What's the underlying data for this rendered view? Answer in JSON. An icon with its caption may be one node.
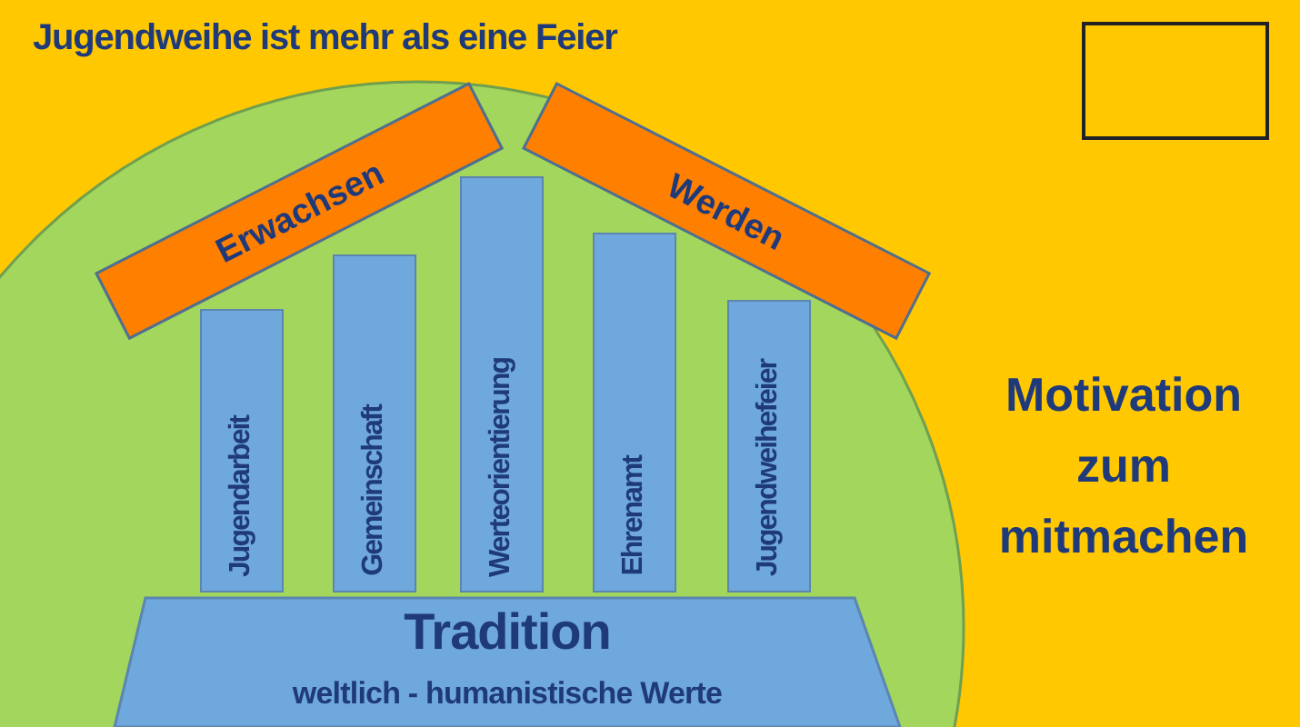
{
  "diagram": {
    "title": "Jugendweihe ist mehr als eine Feier",
    "nodes": [
      {
        "text": [
          "Erwachsen"
        ]
      },
      {
        "text": [
          "Werden"
        ]
      },
      {
        "text": [
          "Jugendarbeit"
        ]
      },
      {
        "text": [
          "Gemeinschaft"
        ]
      },
      {
        "text": [
          "Werteorientierung"
        ]
      },
      {
        "text": [
          "Ehrenamt"
        ]
      },
      {
        "text": [
          "Jugendweihefeier"
        ]
      },
      {
        "text": [
          "Tradition",
          "weltlich - humanistische Werte"
        ]
      },
      {
        "text": [],
        "shape": "box"
      }
    ],
    "edges": [],
    "labels": [
      "Motivation zum mitmachen"
    ]
  }
}
